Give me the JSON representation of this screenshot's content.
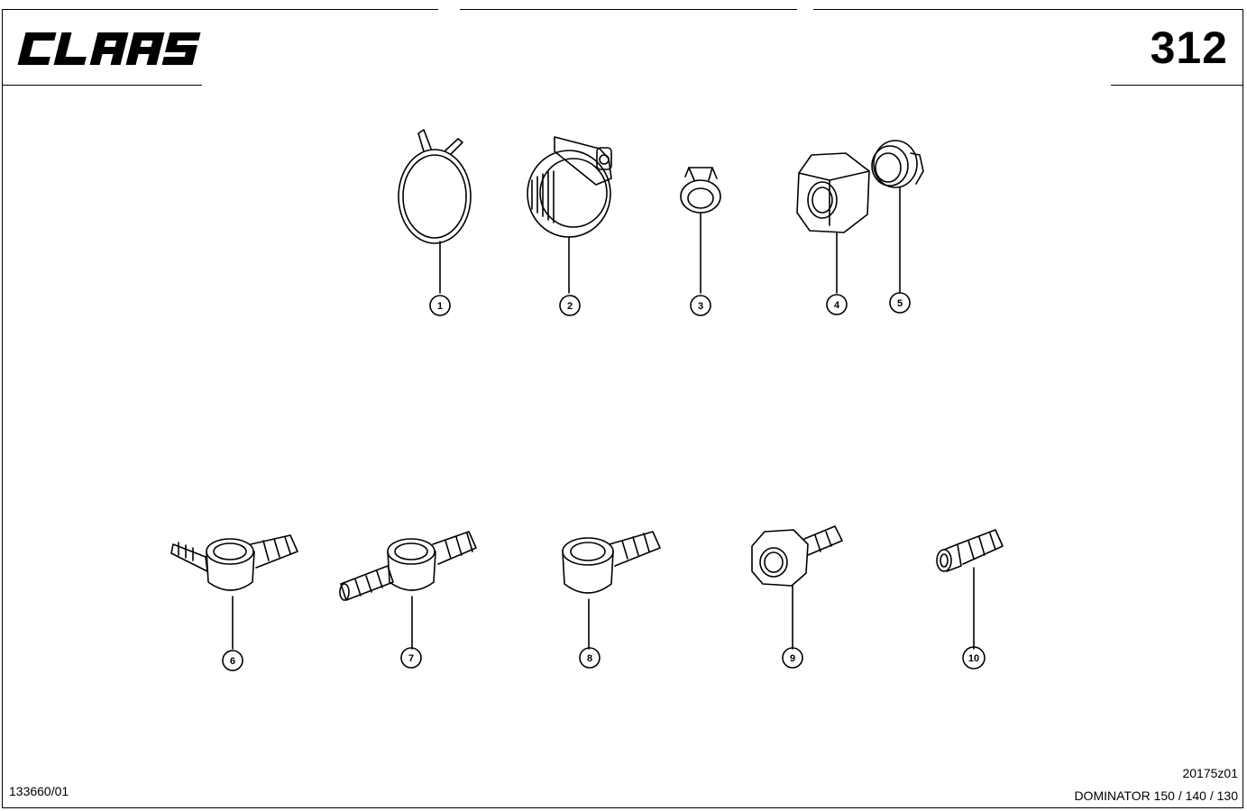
{
  "header": {
    "logo_text": "CLAAS",
    "page_number": "312"
  },
  "callouts": [
    {
      "number": "1",
      "part": "wire-hose-clip"
    },
    {
      "number": "2",
      "part": "worm-drive-hose-clamp"
    },
    {
      "number": "3",
      "part": "ear-clamp"
    },
    {
      "number": "4",
      "part": "hex-nut"
    },
    {
      "number": "5",
      "part": "cutting-ring"
    },
    {
      "number": "6",
      "part": "banjo-double-hose-nipple"
    },
    {
      "number": "7",
      "part": "banjo-through-hose-nipple"
    },
    {
      "number": "8",
      "part": "banjo-hose-nipple"
    },
    {
      "number": "9",
      "part": "swivel-nut-hose-nipple"
    },
    {
      "number": "10",
      "part": "straight-hose-nipple"
    }
  ],
  "footer": {
    "document_number": "133660/01",
    "figure_number": "20175z01",
    "model": "DOMINATOR 150 / 140 / 130"
  }
}
